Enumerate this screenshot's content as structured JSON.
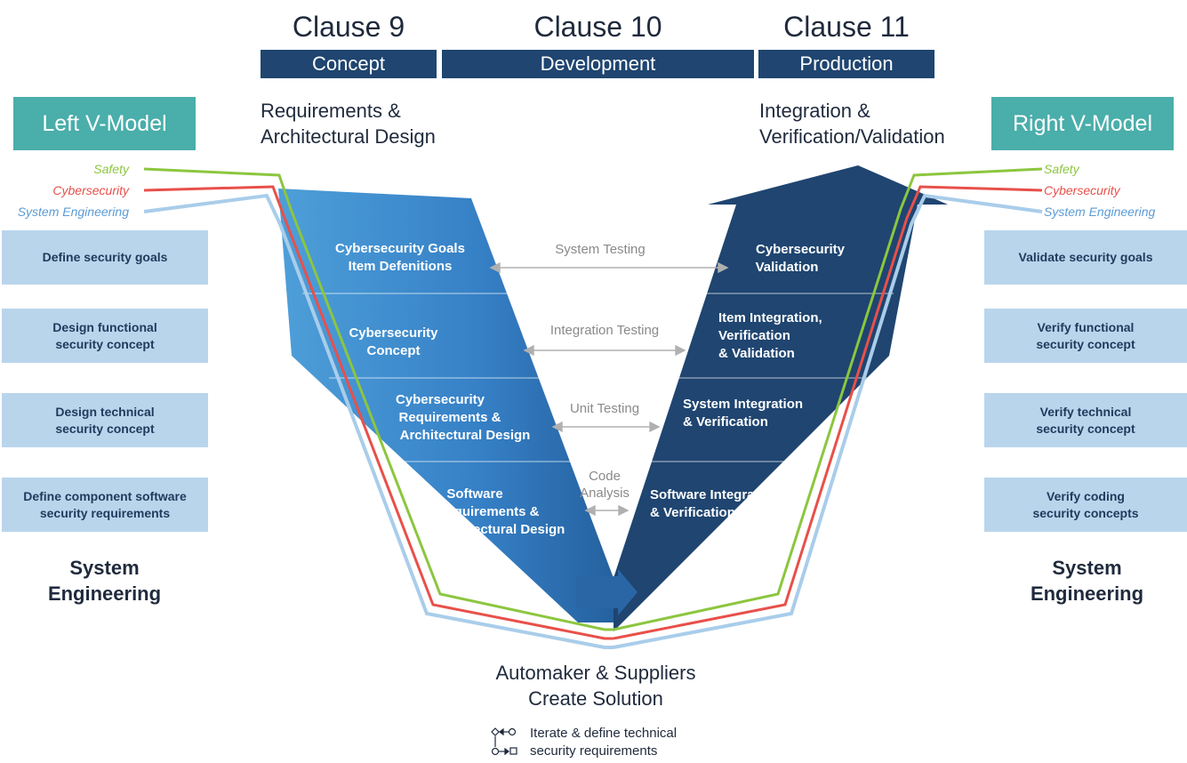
{
  "clauses": [
    {
      "title": "Clause 9",
      "phase": "Concept"
    },
    {
      "title": "Clause 10",
      "phase": "Development"
    },
    {
      "title": "Clause 11",
      "phase": "Production"
    }
  ],
  "headings": {
    "left_line1": "Requirements &",
    "left_line2": "Architectural Design",
    "right_line1": "Integration &",
    "right_line2": "Verification/Validation"
  },
  "left_model": {
    "title": "Left V-Model",
    "legend": [
      "Safety",
      "Cybersecurity",
      "System Engineering"
    ],
    "boxes": [
      [
        "Define security goals"
      ],
      [
        "Design functional",
        "security concept"
      ],
      [
        "Design technical",
        "security concept"
      ],
      [
        "Define component software",
        "security requirements"
      ]
    ],
    "footer_line1": "System",
    "footer_line2": "Engineering"
  },
  "right_model": {
    "title": "Right V-Model",
    "legend": [
      "Safety",
      "Cybersecurity",
      "System Engineering"
    ],
    "boxes": [
      [
        "Validate security goals"
      ],
      [
        "Verify functional",
        "security concept"
      ],
      [
        "Verify technical",
        "security concept"
      ],
      [
        "Verify coding",
        "security concepts"
      ]
    ],
    "footer_line1": "System",
    "footer_line2": "Engineering"
  },
  "v_left": [
    [
      "Cybersecurity Goals",
      "Item Defenitions"
    ],
    [
      "Cybersecurity",
      "Concept"
    ],
    [
      "Cybersecurity",
      "Requirements &",
      "Architectural Design"
    ],
    [
      "Software",
      "Requirements &",
      "Architectural Design"
    ]
  ],
  "v_right": [
    [
      "Cybersecurity",
      "Validation"
    ],
    [
      "Item Integration,",
      "Verification",
      "& Validation"
    ],
    [
      "System Integration",
      "& Verification"
    ],
    [
      "Software Integration",
      "& Verification"
    ]
  ],
  "testing": [
    [
      "System Testing"
    ],
    [
      "Integration Testing"
    ],
    [
      "Unit Testing"
    ],
    [
      "Code",
      "Analysis"
    ]
  ],
  "bottom": {
    "line1": "Automaker & Suppliers",
    "line2": "Create Solution",
    "iterate_line1": "Iterate & define technical",
    "iterate_line2": "security requirements"
  },
  "colors": {
    "safety": "#8cc63f",
    "cybersecurity": "#e8504a",
    "system_engineering": "#a9cdea",
    "navy": "#1f4570",
    "teal": "#4aaeaa",
    "box": "#b9d5ec"
  }
}
